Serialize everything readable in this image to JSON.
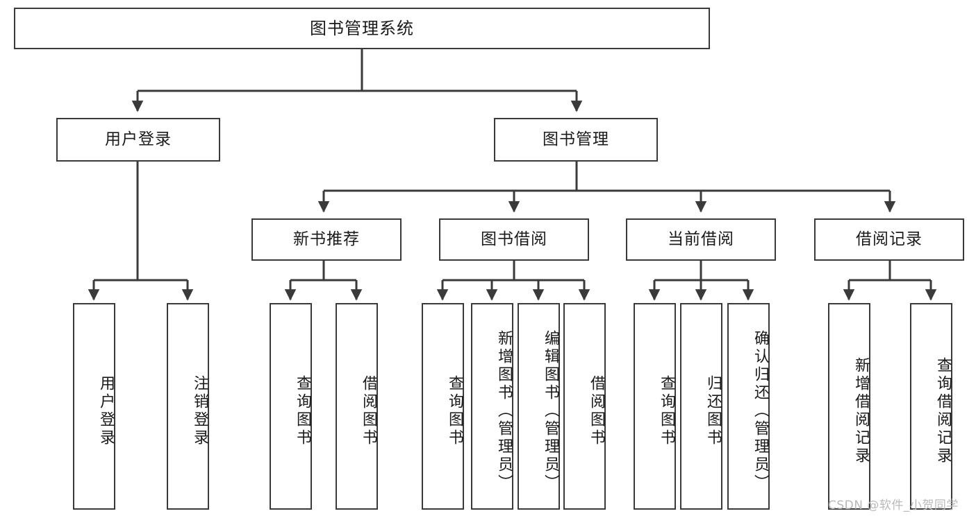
{
  "diagram": {
    "title": "图书管理系统",
    "type": "tree-hierarchy-diagram",
    "watermark": "CSDN @软件_小贺同学",
    "colors": {
      "border": "#3a3a3a",
      "background": "#ffffff",
      "text": "#1a1a1a",
      "connector": "#3a3a3a",
      "watermark": "#b9b9b9"
    }
  },
  "nodes": {
    "root": {
      "label": "图书管理系统"
    },
    "level2": [
      {
        "id": "user-login",
        "label": "用户登录"
      },
      {
        "id": "book-manage",
        "label": "图书管理"
      }
    ],
    "level3": [
      {
        "id": "new-book-recommend",
        "label": "新书推荐"
      },
      {
        "id": "book-borrow",
        "label": "图书借阅"
      },
      {
        "id": "current-borrow",
        "label": "当前借阅"
      },
      {
        "id": "borrow-record",
        "label": "借阅记录"
      }
    ],
    "leaves": {
      "user_login": [
        {
          "id": "leaf-user-login",
          "label": "用户登录"
        },
        {
          "id": "leaf-logout-login",
          "label": "注销登录"
        }
      ],
      "new_book_recommend": [
        {
          "id": "leaf-query-book-1",
          "label": "查询图书"
        },
        {
          "id": "leaf-borrow-book-1",
          "label": "借阅图书"
        }
      ],
      "book_borrow": [
        {
          "id": "leaf-query-book-2",
          "label": "查询图书"
        },
        {
          "id": "leaf-add-book",
          "label": "新增图书（管理员）"
        },
        {
          "id": "leaf-edit-book",
          "label": "编辑图书（管理员）"
        },
        {
          "id": "leaf-borrow-book-2",
          "label": "借阅图书"
        }
      ],
      "current_borrow": [
        {
          "id": "leaf-query-book-3",
          "label": "查询图书"
        },
        {
          "id": "leaf-return-book",
          "label": "归还图书"
        },
        {
          "id": "leaf-confirm-return",
          "label": "确认归还（管理员）"
        }
      ],
      "borrow_record": [
        {
          "id": "leaf-add-record",
          "label": "新增借阅记录"
        },
        {
          "id": "leaf-query-record",
          "label": "查询借阅记录"
        }
      ]
    }
  }
}
